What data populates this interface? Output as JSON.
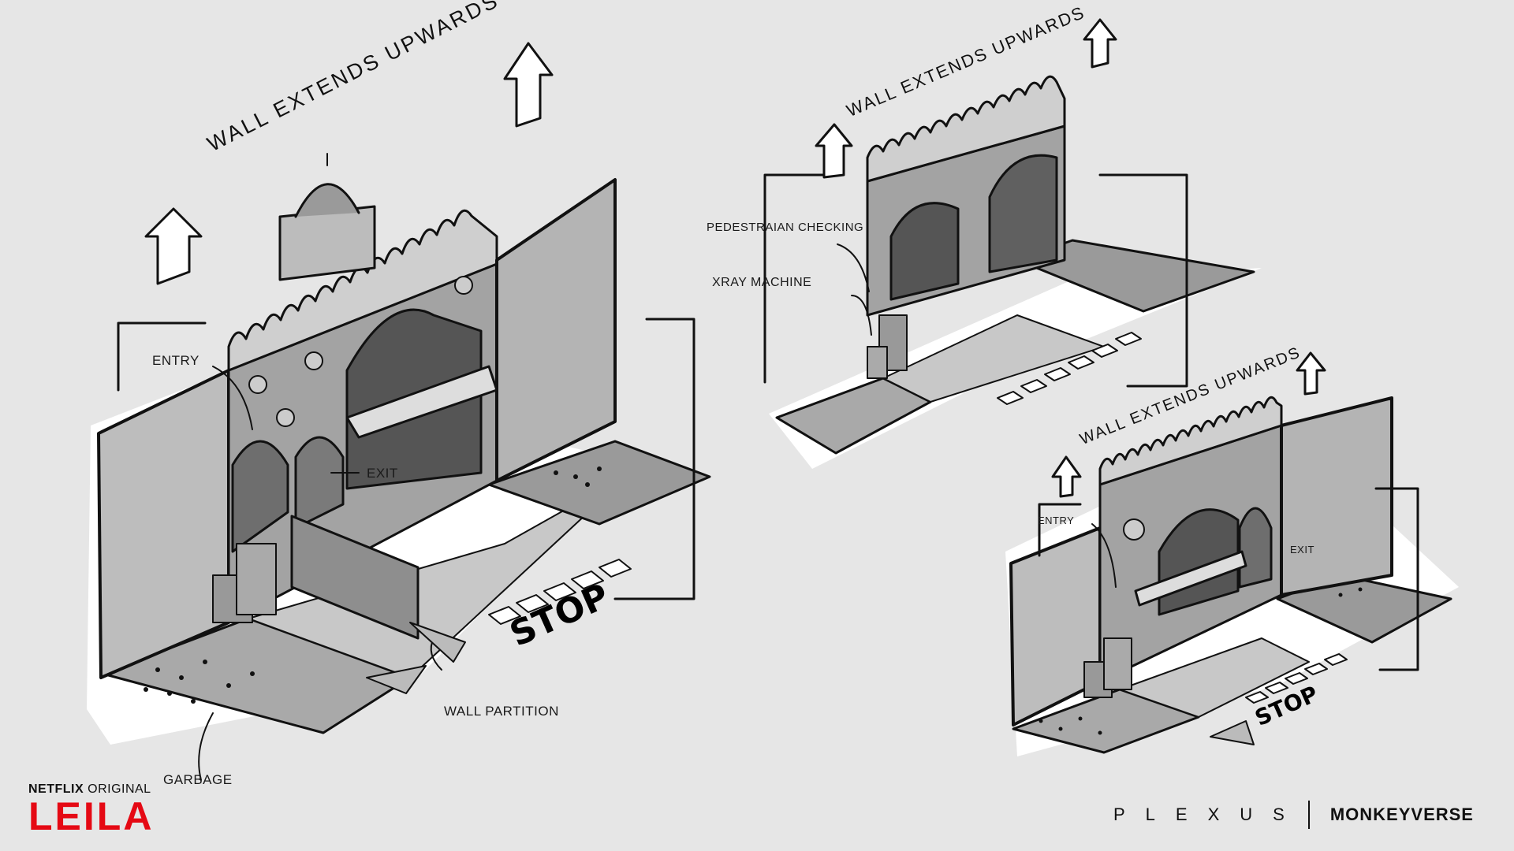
{
  "labels": {
    "wall_extends_1": "WALL EXTENDS UPWARDS",
    "wall_extends_2": "WALL EXTENDS UPWARDS",
    "wall_extends_3": "WALL EXTENDS UPWARDS",
    "entry_1": "ENTRY",
    "exit_1": "EXIT",
    "wall_partition": "WALL PARTITION",
    "garbage": "GARBAGE",
    "stop_1": "STOP",
    "pedestrian_checking": "PEDESTRAIAN CHECKING",
    "xray_machine": "XRAY MACHINE",
    "entry_2": "ENTRY",
    "exit_2": "EXIT",
    "stop_2": "STOP"
  },
  "branding": {
    "network_bold": "NETFLIX",
    "network_rest": " ORIGINAL",
    "show_title": "LEILA",
    "studio_1": "PLEXUS",
    "studio_2": "MONKEYVERSE"
  },
  "colors": {
    "background": "#e6e6e6",
    "brand_red": "#e50914",
    "ink": "#111111"
  }
}
